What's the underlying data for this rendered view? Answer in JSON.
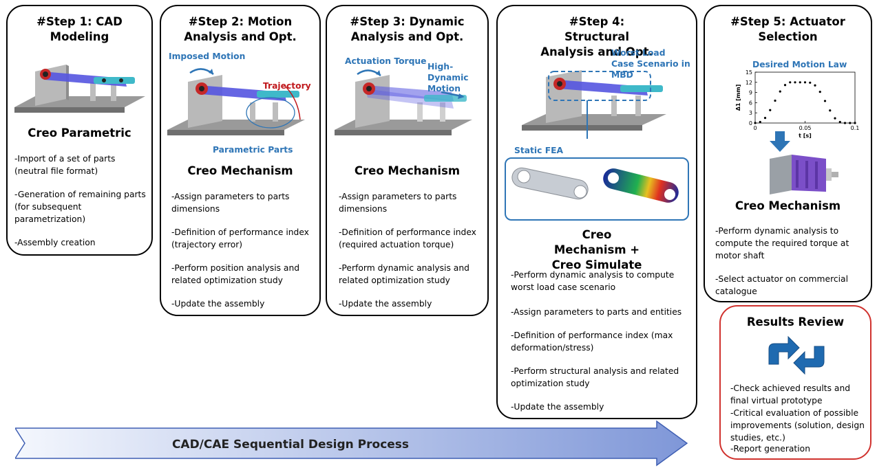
{
  "colors": {
    "blue_label": "#2e75b6",
    "red_label": "#c0181c",
    "results_border": "#d0312d"
  },
  "steps": [
    {
      "title": "#Step 1: CAD Modeling",
      "tool": "Creo Parametric",
      "bullets": [
        "-Import of a set of parts (neutral file format)",
        "-Generation of remaining  parts (for subsequent parametrization)",
        "-Assembly creation"
      ]
    },
    {
      "title": "#Step 2: Motion Analysis and Opt.",
      "tool": "Creo Mechanism",
      "labels": {
        "imposed": "Imposed Motion",
        "trajectory": "Trajectory",
        "parametric": "Parametric Parts"
      },
      "bullets": [
        "-Assign parameters to parts dimensions",
        "-Definition of performance index (trajectory error)",
        "-Perform position analysis and related optimization study",
        "-Update the assembly"
      ]
    },
    {
      "title": "#Step 3: Dynamic Analysis and Opt.",
      "tool": "Creo Mechanism",
      "labels": {
        "torque": "Actuation Torque",
        "highdyn": "High-Dynamic Motion"
      },
      "bullets": [
        "-Assign parameters to parts dimensions",
        "-Definition of performance index (required actuation torque)",
        "-Perform dynamic analysis and related optimization study",
        "-Update the assembly"
      ]
    },
    {
      "title": "#Step 4: Structural Analysis and Opt.",
      "tool": "Creo Mechanism + Creo Simulate",
      "labels": {
        "worst": "Worst Load Case Scenario in MBD",
        "fea": "Static FEA"
      },
      "bullets": [
        "-Perform dynamic analysis to compute worst load case scenario",
        "-Assign parameters to parts and entities",
        "-Definition of performance index (max deformation/stress)",
        "-Perform structural analysis and related optimization study",
        "-Update the assembly"
      ]
    },
    {
      "title": "#Step 5: Actuator Selection",
      "tool": "Creo Mechanism",
      "bullets": [
        "-Perform dynamic analysis to compute the required torque at motor shaft",
        "-Select actuator on commercial catalogue"
      ]
    }
  ],
  "results": {
    "title": "Results Review",
    "bullets": [
      "-Check achieved results and final virtual prototype",
      "-Critical evaluation of possible improvements (solution, design studies, etc.)",
      "-Report generation"
    ]
  },
  "process_arrow_label": "CAD/CAE Sequential Design Process",
  "chart_data": {
    "type": "scatter",
    "title": "Desired Motion Law",
    "xlabel": "t [s]",
    "ylabel": "Δ1 [mm]",
    "xlim": [
      0,
      0.1
    ],
    "ylim": [
      0,
      15
    ],
    "x_ticks": [
      "0",
      "0.05",
      "0.1"
    ],
    "y_ticks": [
      "0",
      "3",
      "6",
      "9",
      "12",
      "15"
    ],
    "grid": false,
    "series": [
      {
        "x": [
          0,
          0.005,
          0.01,
          0.015,
          0.02,
          0.025,
          0.03,
          0.035,
          0.04,
          0.045,
          0.05,
          0.055,
          0.06,
          0.065,
          0.07,
          0.075,
          0.08,
          0.085,
          0.09,
          0.095,
          0.1
        ],
        "values": [
          0,
          0.3,
          1.5,
          3.8,
          6.6,
          9.3,
          11.2,
          12.0,
          12.0,
          12.0,
          12.0,
          11.9,
          11.1,
          9.2,
          6.5,
          3.7,
          1.4,
          0.3,
          0,
          0,
          0
        ]
      }
    ]
  }
}
